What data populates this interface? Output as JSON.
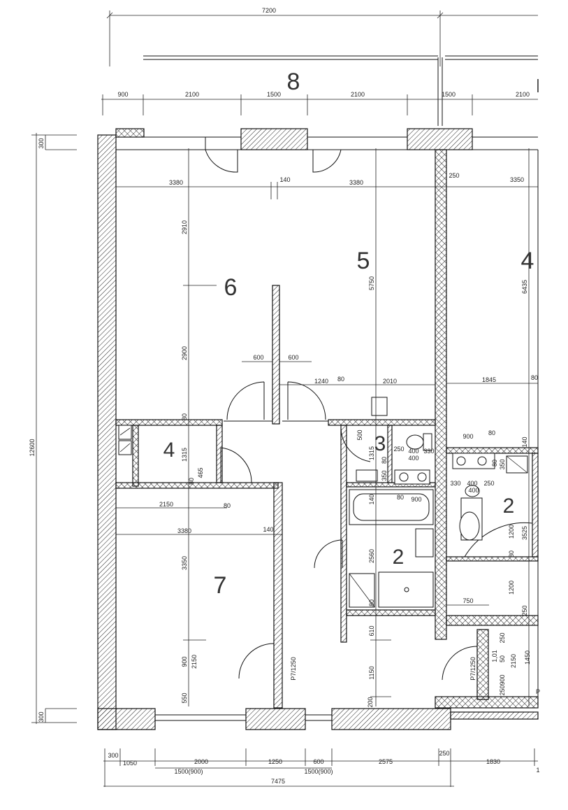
{
  "rooms": {
    "r8": "8",
    "r6": "6",
    "r5": "5",
    "r4_right": "4",
    "r4_left": "4",
    "r3": "3",
    "r2_center": "2",
    "r2_right": "2",
    "r7": "7"
  },
  "dims_top_row1": {
    "total": "7200"
  },
  "dims_top_row2": [
    "900",
    "2100",
    "1500",
    "2100",
    "1500",
    "2100"
  ],
  "dims_interior": {
    "d3380a": "3380",
    "d140a": "140",
    "d3380b": "3380",
    "d250a": "250",
    "d3350": "3350",
    "d2910": "2910",
    "d2900": "2900",
    "d5750": "5750",
    "d6435": "6435",
    "d600a": "600",
    "d600b": "600",
    "d1240": "1240",
    "d80a": "80",
    "d2010": "2010",
    "d1845": "1845",
    "d80b": "80",
    "d12600": "12600",
    "d300a": "300",
    "d300b": "300",
    "d80c": "80",
    "d1315a": "1315",
    "d80d": "80",
    "d465": "465",
    "d500": "500",
    "d1315b": "1315",
    "d250b": "250",
    "d400a": "400",
    "d330a": "330",
    "d400b": "400",
    "d80e": "80",
    "d350a": "350",
    "d900a": "900",
    "d80f": "80",
    "d140b": "140",
    "d80g": "80",
    "d350b": "350",
    "d330b": "330",
    "d400c": "400",
    "d250c": "250",
    "d400d": "400",
    "d2150a": "2150",
    "d80h": "80",
    "d3380c": "3380",
    "d140c": "140",
    "d140d": "140",
    "d80i": "80",
    "d900b": "900",
    "d3350b": "3350",
    "d2560": "2560",
    "d1200a": "1200",
    "d3525": "3525",
    "d80j": "80",
    "d1200b": "1200",
    "d750": "750",
    "d250d": "250",
    "d900c": "900",
    "d2150b": "2150",
    "d550": "550",
    "d610": "610",
    "d1150": "1150",
    "d200": "200",
    "d250e": "250",
    "d1_01": "1,01",
    "d50": "50",
    "d900d": "900",
    "d250f": "250",
    "d2150c": "2150",
    "d1450": "1450",
    "p7a": "P7/1250",
    "p7b": "P7/1250",
    "p7c": "P"
  },
  "dims_bottom_row1": [
    "300",
    "1050",
    "2000",
    "1250",
    "600",
    "2575",
    "250",
    "1830",
    "1"
  ],
  "dims_bottom_row2": [
    "1500(900)",
    "1500(900)"
  ],
  "dims_bottom_row3": {
    "total": "7475"
  }
}
